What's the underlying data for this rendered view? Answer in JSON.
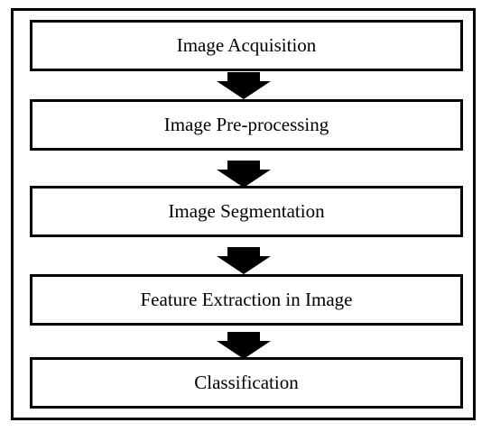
{
  "diagram": {
    "steps": [
      {
        "label": "Image Acquisition"
      },
      {
        "label": "Image Pre-processing"
      },
      {
        "label": "Image Segmentation"
      },
      {
        "label": "Feature Extraction in Image"
      },
      {
        "label": "Classification"
      }
    ],
    "colors": {
      "border": "#000000",
      "background": "#ffffff",
      "arrow": "#000000",
      "text": "#000000"
    }
  }
}
